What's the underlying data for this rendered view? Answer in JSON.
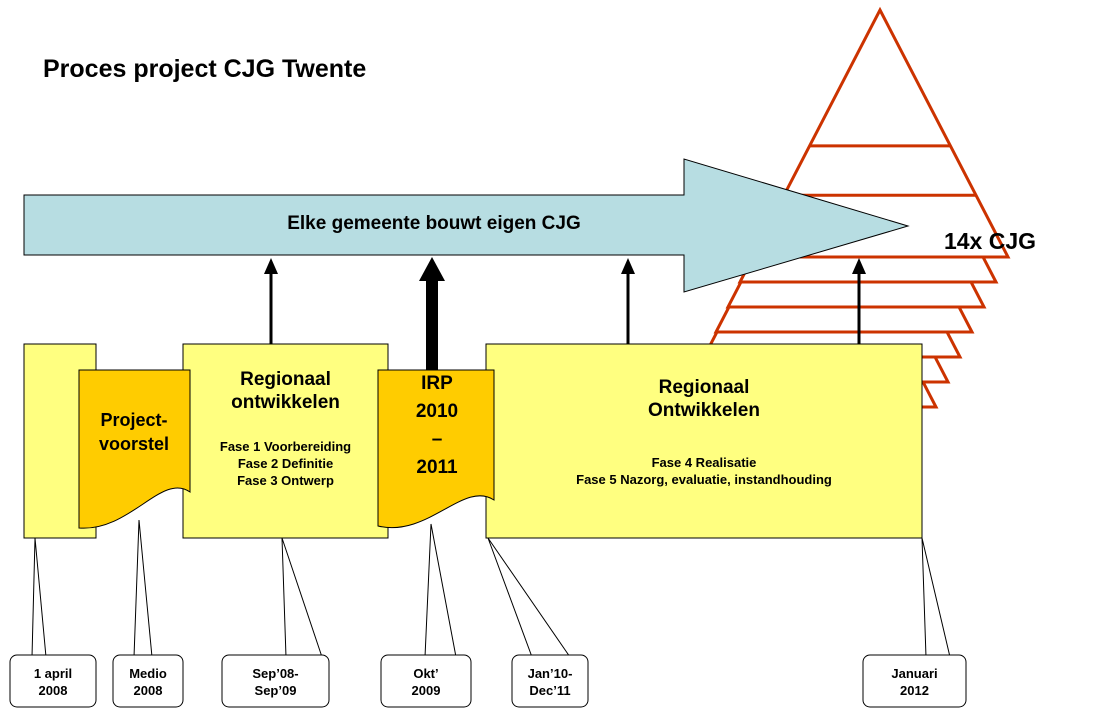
{
  "title": "Proces project CJG Twente",
  "arrow_label": "Elke gemeente bouwt eigen CJG",
  "cjg_label": "14x CJG",
  "project_doc": {
    "line1": "Project-",
    "line2": "voorstel"
  },
  "regional_1": {
    "line1": "Regionaal",
    "line2": "ontwikkelen",
    "phases": [
      "Fase 1 Voorbereiding",
      "Fase 2 Definitie",
      "Fase 3 Ontwerp"
    ]
  },
  "irp_doc": {
    "line1": "IRP",
    "line2": "2010",
    "line3": "–",
    "line4": "2011"
  },
  "regional_2": {
    "line1": "Regionaal",
    "line2": "Ontwikkelen",
    "phases": [
      "Fase 4 Realisatie",
      "Fase 5 Nazorg, evaluatie, instandhouding"
    ]
  },
  "dates": [
    {
      "line1": "1 april",
      "line2": "2008"
    },
    {
      "line1": "Medio",
      "line2": "2008"
    },
    {
      "line1": "Sep’08-",
      "line2": "Sep’09"
    },
    {
      "line1": "Okt’",
      "line2": "2009"
    },
    {
      "line1": "Jan’10-",
      "line2": "Dec’11"
    },
    {
      "line1": "Januari",
      "line2": "2012"
    }
  ],
  "colors": {
    "arrow_fill": "#b7dde2",
    "box_fill": "#ffff80",
    "doc_fill": "#ffcc00",
    "triangle_stroke": "#cc3300"
  }
}
